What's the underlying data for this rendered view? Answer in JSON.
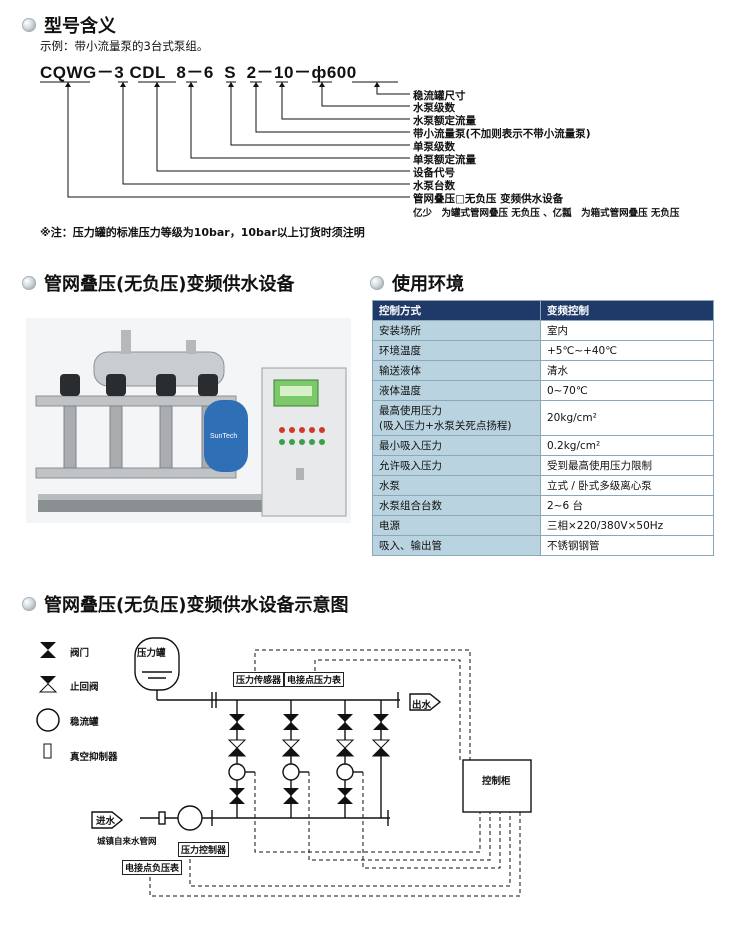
{
  "section1": {
    "title": "型号含义",
    "example": "示例：带小流量泵的3台式泵组。",
    "code_parts": [
      "CQWG",
      "－",
      "3",
      "CDL",
      "8",
      "－",
      "6",
      "S",
      "2",
      "－10－",
      "ф600"
    ],
    "legend": [
      "稳流罐尺寸",
      "水泵级数",
      "水泵额定流量",
      "带小流量泵(不加则表示不带小流量泵)",
      "单泵级数",
      "单泵额定流量",
      "设备代号",
      "水泵台数",
      "管网叠压□无负压 变频供水设备"
    ],
    "legend_note_1": "亿少　为罐式管网叠压 无负压 、亿瓢　为箱式管网叠压 无负压",
    "note": "※注：压力罐的标准压力等级为10bar，10bar以上订货时须注明"
  },
  "section2": {
    "title": "管网叠压(无负压)变频供水设备",
    "photo_brand": "SunTech"
  },
  "section3": {
    "title": "使用环境",
    "rows": [
      [
        "控制方式",
        "变频控制"
      ],
      [
        "安装场所",
        "室内"
      ],
      [
        "环境温度",
        "+5℃~+40℃"
      ],
      [
        "输送液体",
        "清水"
      ],
      [
        "液体温度",
        "0~70℃"
      ],
      [
        "最高使用压力\n(吸入压力+水泵关死点扬程)",
        "20kg/cm²"
      ],
      [
        "最小吸入压力",
        "0.2kg/cm²"
      ],
      [
        "允许吸入压力",
        "受到最高使用压力限制"
      ],
      [
        "水泵",
        "立式 / 卧式多级离心泵"
      ],
      [
        "水泵组合台数",
        "2~6 台"
      ],
      [
        "电源",
        "三相×220/380V×50Hz"
      ],
      [
        "吸入、输出管",
        "不锈钢钢管"
      ]
    ]
  },
  "section4": {
    "title": "管网叠压(无负压)变频供水设备示意图",
    "legend_valve": "阀门",
    "legend_check": "止回阀",
    "legend_tank": "稳流罐",
    "legend_vacuum": "真空抑制器",
    "pressure_tank": "压力罐",
    "pressure_sensor": "压力传感器",
    "contact_gauge": "电接点压力表",
    "outlet": "出水",
    "inlet": "进水",
    "municipal": "城镇自来水管网",
    "pressure_controller": "压力控制器",
    "neg_gauge": "电接点负压表",
    "control_cabinet": "控制柜"
  }
}
